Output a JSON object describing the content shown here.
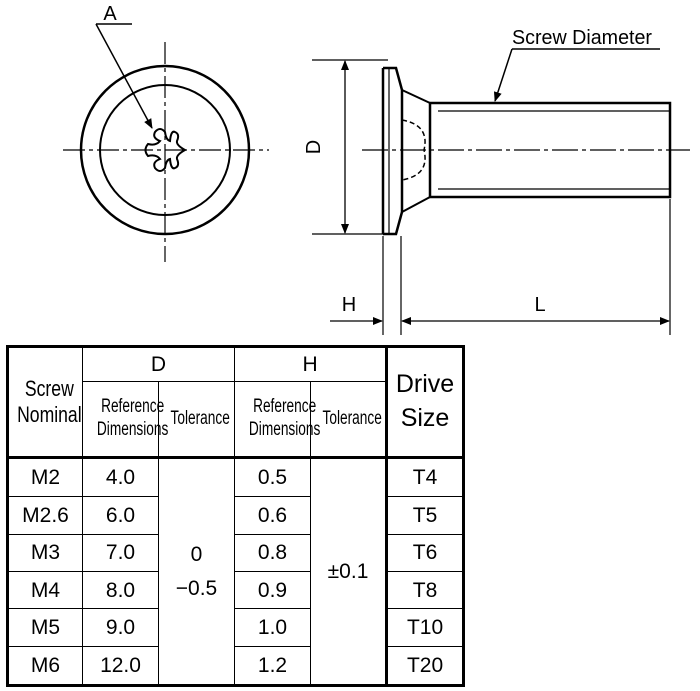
{
  "drawing": {
    "callout_a": "A",
    "callout_screw_diameter": "Screw Diameter",
    "dim_d": "D",
    "dim_h": "H",
    "dim_l": "L"
  },
  "table": {
    "headers": {
      "screw_nominal": [
        "Screw",
        "Nominal"
      ],
      "d_group": "D",
      "h_group": "H",
      "reference": [
        "Reference",
        "Dimensions"
      ],
      "tolerance": "Tolerance",
      "drive_size": [
        "Drive",
        "Size"
      ]
    },
    "d_tolerance": [
      "0",
      "−0.5"
    ],
    "h_tolerance": "±0.1",
    "rows": [
      {
        "nominal": "M2",
        "d_ref": "4.0",
        "h_ref": "0.5",
        "drive": "T4"
      },
      {
        "nominal": "M2.6",
        "d_ref": "6.0",
        "h_ref": "0.6",
        "drive": "T5"
      },
      {
        "nominal": "M3",
        "d_ref": "7.0",
        "h_ref": "0.8",
        "drive": "T6"
      },
      {
        "nominal": "M4",
        "d_ref": "8.0",
        "h_ref": "0.9",
        "drive": "T8"
      },
      {
        "nominal": "M5",
        "d_ref": "9.0",
        "h_ref": "1.0",
        "drive": "T10"
      },
      {
        "nominal": "M6",
        "d_ref": "12.0",
        "h_ref": "1.2",
        "drive": "T20"
      }
    ]
  }
}
